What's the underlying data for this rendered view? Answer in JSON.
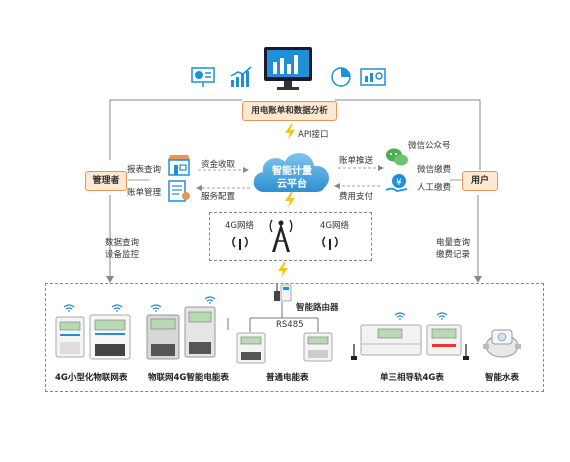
{
  "top_box": "用电账单和数据分析",
  "api_label": "API接口",
  "cloud": {
    "line1": "智能计量",
    "line2": "云平台"
  },
  "left_node": "管理者",
  "right_node": "用户",
  "left_items": {
    "report": "报表查询",
    "billing_manage": "账单管理",
    "fund": "资金收取",
    "service": "服务配置"
  },
  "right_items": {
    "bill_push": "账单推送",
    "fee_pay": "费用支付",
    "wechat_public": "微信公众号",
    "wechat_pay": "微信缴费",
    "manual_pay": "人工缴费"
  },
  "network_left": "4G网络",
  "network_right": "4G网络",
  "left_side_text": {
    "line1": "数据查询",
    "line2": "设备监控"
  },
  "right_side_text": {
    "line1": "电量查询",
    "line2": "缴费记录"
  },
  "router_label": "智能路由器",
  "rs485_label": "RS485",
  "devices": [
    {
      "name": "4G小型化物联网表"
    },
    {
      "name": "物联网4G智能电能表"
    },
    {
      "name": "普通电能表"
    },
    {
      "name": "单三相导轨4G表"
    },
    {
      "name": "智能水表"
    }
  ],
  "colors": {
    "accent_orange": "#e8955a",
    "accent_blue": "#1f8fd6",
    "cloud_blue": "#5fb6e8",
    "lightning": "#f6c223"
  }
}
